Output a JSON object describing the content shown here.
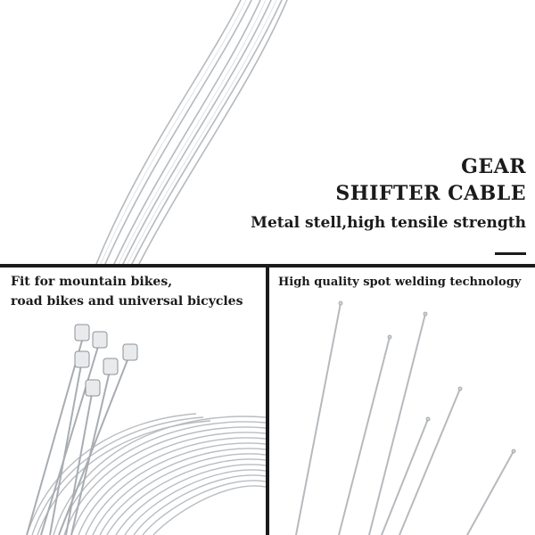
{
  "hero": {
    "title_line1": "GEAR",
    "title_line2": "SHIFTER CABLE",
    "subtitle": "Metal stell,high tensile strength"
  },
  "left_panel": {
    "caption_line1": "Fit for mountain bikes,",
    "caption_line2": "road bikes and universal bicycles"
  },
  "right_panel": {
    "caption": "High quality spot welding technology"
  },
  "colors": {
    "background": "#ffffff",
    "divider": "#1a1a1a",
    "text": "#1b1b1b",
    "cable": "#b8bcc0"
  }
}
